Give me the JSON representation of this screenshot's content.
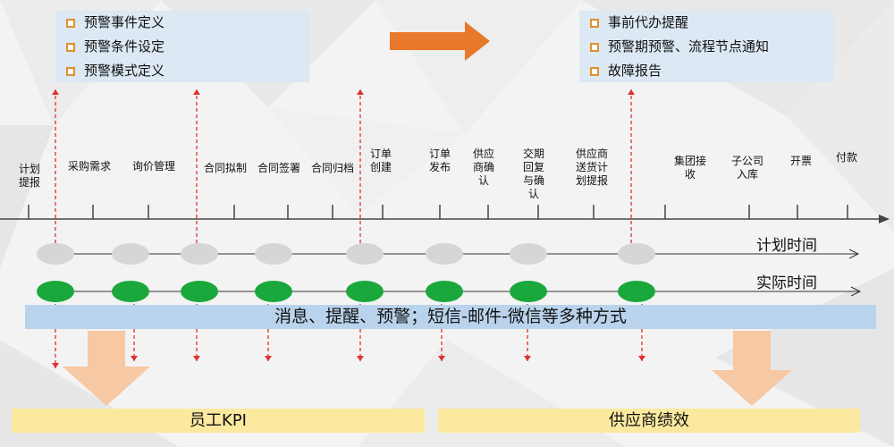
{
  "left_box": {
    "items": [
      "预警事件定义",
      "预警条件设定",
      "预警模式定义"
    ]
  },
  "right_box": {
    "items": [
      "事前代办提醒",
      "预警期预警、流程节点通知",
      "故障报告"
    ]
  },
  "stages": [
    "计划\n提报",
    "采购需求",
    "询价管理",
    "合同拟制",
    "合同签署",
    "合同归档",
    "订单\n创建",
    "订单\n发布",
    "供应\n商确\n认",
    "交期\n回复\n与确\n认",
    "供应商\n送货计\n划提报",
    "集团接\n收",
    "子公司\n入库",
    "开票",
    "付款"
  ],
  "timelines": {
    "plan_label": "计划时间",
    "actual_label": "实际时间"
  },
  "banner": "消息、提醒、预警；短信-邮件-微信等多种方式",
  "outcomes": {
    "left": "员工KPI",
    "right": "供应商绩效"
  },
  "colors": {
    "plan_node": "#d6d6d6",
    "actual_node": "#1aa83c",
    "accent_arrow": "#e8782a",
    "dashed_arrow": "#e03030",
    "banner": "#b9d3ec",
    "kpi_bar": "#fbe9a0",
    "box": "#dce8f3"
  }
}
